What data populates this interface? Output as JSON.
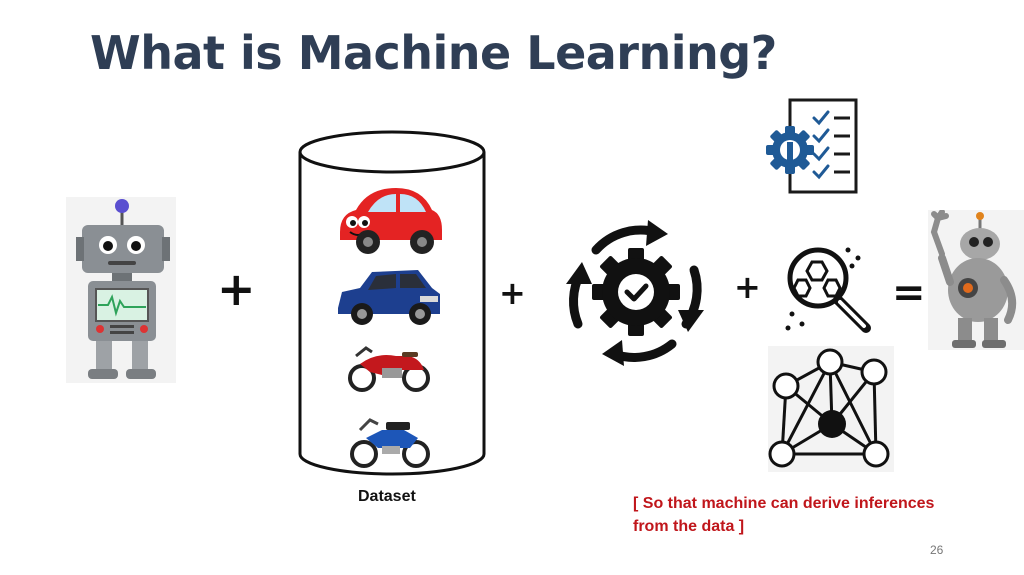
{
  "slide": {
    "title": "What is Machine Learning?",
    "dataset_label": "Dataset",
    "note": "[ So that machine can derive inferences from the data ]",
    "page_number": "26",
    "operators": {
      "plus1": "+",
      "plus2": "+",
      "plus3": "+",
      "equals": "="
    }
  },
  "colors": {
    "title": "#2f3e55",
    "note": "#c0161b",
    "icon_blue": "#1f5a96"
  }
}
